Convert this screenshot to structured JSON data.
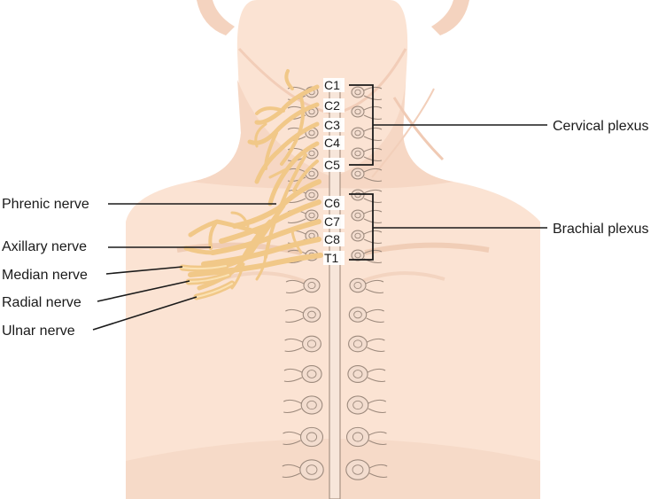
{
  "labels": {
    "phrenic": "Phrenic nerve",
    "axillary": "Axillary nerve",
    "median": "Median nerve",
    "radial": "Radial nerve",
    "ulnar": "Ulnar nerve",
    "cervical": "Cervical plexus",
    "brachial": "Brachial plexus"
  },
  "vertebrae": [
    "C1",
    "C2",
    "C3",
    "C4",
    "C5",
    "C6",
    "C7",
    "C8",
    "T1"
  ],
  "colors": {
    "skin": "#fbe3d3",
    "skin_shadow": "#f4d3bf",
    "nerve": "#f1c888",
    "spine_outline": "#9d8a7d",
    "vertebra_fill": "#f3ddcf"
  }
}
